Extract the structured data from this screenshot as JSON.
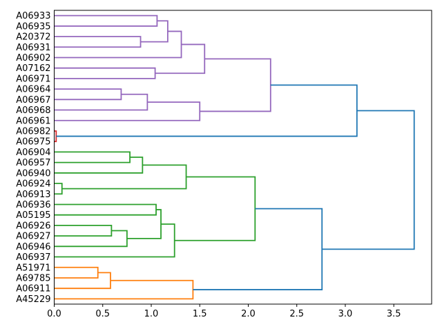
{
  "figure": {
    "background": "#ffffff",
    "border_color": "#000000"
  },
  "chart_data": {
    "type": "dendrogram",
    "orientation": "left",
    "title": "",
    "xlabel": "",
    "ylabel": "",
    "grid": false,
    "legend": null,
    "leaves": [
      "A06933",
      "A06935",
      "A20372",
      "A06931",
      "A06902",
      "A07162",
      "A06971",
      "A06964",
      "A06967",
      "A06968",
      "A06961",
      "A06982",
      "A06975",
      "A06904",
      "A06957",
      "A06940",
      "A06924",
      "A06913",
      "A06936",
      "A05195",
      "A06926",
      "A06927",
      "A06946",
      "A06937",
      "A51971",
      "A69785",
      "A06911",
      "A45229"
    ],
    "x_axis": {
      "range": [
        0,
        3.89
      ],
      "ticks": [
        {
          "label": "0.0",
          "v": 0.0
        },
        {
          "label": "0.5",
          "v": 0.5
        },
        {
          "label": "1.0",
          "v": 1.0
        },
        {
          "label": "1.5",
          "v": 1.5
        },
        {
          "label": "2.0",
          "v": 2.0
        },
        {
          "label": "2.5",
          "v": 2.5
        },
        {
          "label": "3.0",
          "v": 3.0
        },
        {
          "label": "3.5",
          "v": 3.5
        }
      ]
    },
    "palette": {
      "purple": "#9467bd",
      "red": "#d62728",
      "green": "#2ca02c",
      "orange": "#ff7f0e",
      "blue": "#1f77b4"
    },
    "line_width": 1.8,
    "links": [
      {
        "id": "m1",
        "a": "A06933",
        "b": "A06935",
        "h": 1.06,
        "color": "purple"
      },
      {
        "id": "m2",
        "a": "A20372",
        "b": "A06931",
        "h": 0.89,
        "color": "purple"
      },
      {
        "id": "m3",
        "a": "m1",
        "b": "m2",
        "h": 1.17,
        "color": "purple"
      },
      {
        "id": "m4",
        "a": "m3",
        "b": "A06902",
        "h": 1.31,
        "color": "purple"
      },
      {
        "id": "m5",
        "a": "A07162",
        "b": "A06971",
        "h": 1.04,
        "color": "purple"
      },
      {
        "id": "m6",
        "a": "m4",
        "b": "m5",
        "h": 1.55,
        "color": "purple"
      },
      {
        "id": "m7",
        "a": "A06964",
        "b": "A06967",
        "h": 0.69,
        "color": "purple"
      },
      {
        "id": "m8",
        "a": "m7",
        "b": "A06968",
        "h": 0.96,
        "color": "purple"
      },
      {
        "id": "m9",
        "a": "m8",
        "b": "A06961",
        "h": 1.5,
        "color": "purple"
      },
      {
        "id": "m10",
        "a": "m6",
        "b": "m9",
        "h": 2.23,
        "color": "purple"
      },
      {
        "id": "m11",
        "a": "A06982",
        "b": "A06975",
        "h": 0.02,
        "color": "red"
      },
      {
        "id": "m12",
        "a": "A06904",
        "b": "A06957",
        "h": 0.78,
        "color": "green"
      },
      {
        "id": "m13",
        "a": "m12",
        "b": "A06940",
        "h": 0.91,
        "color": "green"
      },
      {
        "id": "m14",
        "a": "A06924",
        "b": "A06913",
        "h": 0.08,
        "color": "green"
      },
      {
        "id": "m15",
        "a": "m13",
        "b": "m14",
        "h": 1.36,
        "color": "green"
      },
      {
        "id": "m16",
        "a": "A06936",
        "b": "A05195",
        "h": 1.05,
        "color": "green"
      },
      {
        "id": "m17",
        "a": "A06926",
        "b": "A06927",
        "h": 0.59,
        "color": "green"
      },
      {
        "id": "m18",
        "a": "m17",
        "b": "A06946",
        "h": 0.75,
        "color": "green"
      },
      {
        "id": "m19",
        "a": "m16",
        "b": "m18",
        "h": 1.1,
        "color": "green"
      },
      {
        "id": "m20",
        "a": "m19",
        "b": "A06937",
        "h": 1.24,
        "color": "green"
      },
      {
        "id": "m21",
        "a": "m15",
        "b": "m20",
        "h": 2.07,
        "color": "green"
      },
      {
        "id": "m22",
        "a": "A51971",
        "b": "A69785",
        "h": 0.45,
        "color": "orange"
      },
      {
        "id": "m23",
        "a": "m22",
        "b": "A06911",
        "h": 0.58,
        "color": "orange"
      },
      {
        "id": "m24",
        "a": "m23",
        "b": "A45229",
        "h": 1.43,
        "color": "orange"
      },
      {
        "id": "m25",
        "a": "m10",
        "b": "m11",
        "h": 3.12,
        "color": "blue"
      },
      {
        "id": "m26",
        "a": "m21",
        "b": "m24",
        "h": 2.76,
        "color": "blue"
      },
      {
        "id": "m27",
        "a": "m25",
        "b": "m26",
        "h": 3.71,
        "color": "blue"
      }
    ]
  }
}
